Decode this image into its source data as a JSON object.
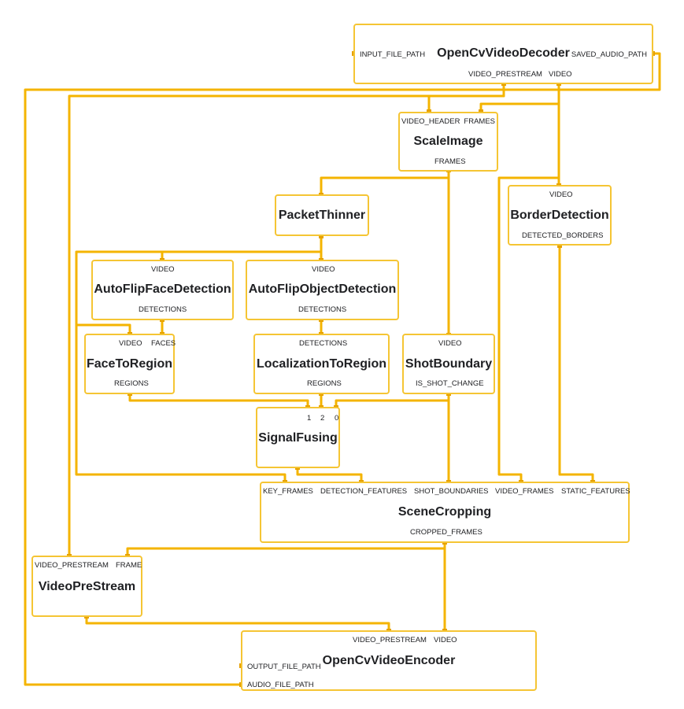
{
  "graph": {
    "nodes": {
      "decoder": {
        "title": "OpenCvVideoDecoder",
        "ports": {
          "input_file_path": "INPUT_FILE_PATH",
          "saved_audio_path": "SAVED_AUDIO_PATH",
          "video_prestream": "VIDEO_PRESTREAM",
          "video": "VIDEO"
        }
      },
      "scale_image": {
        "title": "ScaleImage",
        "ports": {
          "video_header": "VIDEO_HEADER",
          "frames_in": "FRAMES",
          "frames_out": "FRAMES"
        }
      },
      "packet_thinner": {
        "title": "PacketThinner"
      },
      "border_detection": {
        "title": "BorderDetection",
        "ports": {
          "video": "VIDEO",
          "detected_borders": "DETECTED_BORDERS"
        }
      },
      "face_detection": {
        "title": "AutoFlipFaceDetection",
        "ports": {
          "video": "VIDEO",
          "detections": "DETECTIONS"
        }
      },
      "object_detection": {
        "title": "AutoFlipObjectDetection",
        "ports": {
          "video": "VIDEO",
          "detections": "DETECTIONS"
        }
      },
      "face_to_region": {
        "title": "FaceToRegion",
        "ports": {
          "video": "VIDEO",
          "faces": "FACES",
          "regions": "REGIONS"
        }
      },
      "localization_to_region": {
        "title": "LocalizationToRegion",
        "ports": {
          "detections": "DETECTIONS",
          "regions": "REGIONS"
        }
      },
      "shot_boundary": {
        "title": "ShotBoundary",
        "ports": {
          "video": "VIDEO",
          "is_shot_change": "IS_SHOT_CHANGE"
        }
      },
      "signal_fusing": {
        "title": "SignalFusing",
        "ports": {
          "in_1": "1",
          "in_2": "2",
          "in_0": "0"
        }
      },
      "scene_cropping": {
        "title": "SceneCropping",
        "ports": {
          "key_frames": "KEY_FRAMES",
          "detection_features": "DETECTION_FEATURES",
          "shot_boundaries": "SHOT_BOUNDARIES",
          "video_frames": "VIDEO_FRAMES",
          "static_features": "STATIC_FEATURES",
          "cropped_frames": "CROPPED_FRAMES"
        }
      },
      "video_prestream": {
        "title": "VideoPreStream",
        "ports": {
          "video_prestream": "VIDEO_PRESTREAM",
          "frame": "FRAME"
        }
      },
      "encoder": {
        "title": "OpenCvVideoEncoder",
        "ports": {
          "video_prestream": "VIDEO_PRESTREAM",
          "video": "VIDEO",
          "output_file_path": "OUTPUT_FILE_PATH",
          "audio_file_path": "AUDIO_FILE_PATH"
        }
      }
    },
    "colors": {
      "edge": "#f4b400",
      "border": "#f5c534",
      "port": "#e6a100"
    }
  }
}
